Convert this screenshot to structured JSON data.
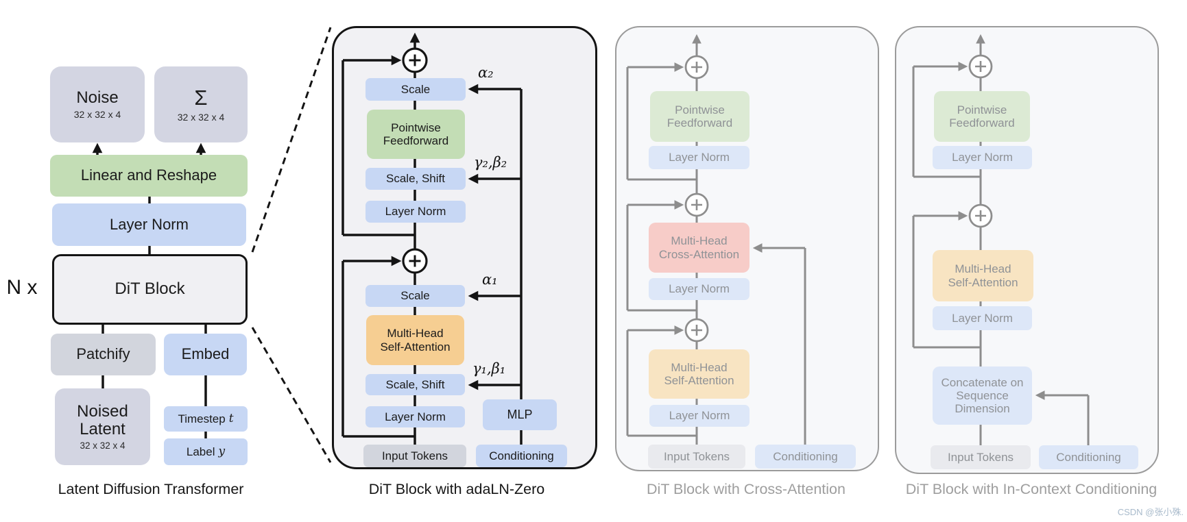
{
  "palette": {
    "blue": "#c7d7f4",
    "green": "#c3ddb5",
    "orange": "#f6ce92",
    "lavender": "#d3d5e2",
    "gray_box": "#d2d5dd",
    "pink_faded": "#f7ccc8",
    "blue_faded": "#dde7f8",
    "green_faded": "#dcead4",
    "orange_faded": "#f8e4c2",
    "gray_faded": "#e9eaee",
    "panel_bg": "#f1f1f4",
    "panel_bg_faded": "#f7f8fa",
    "line_black": "#141414",
    "line_gray": "#8d8d8d",
    "caption_gray": "#9e9e9e",
    "watermark_color": "#a8bacb"
  },
  "watermark": "CSDN @张小殊.",
  "panel1": {
    "caption": "Latent Diffusion Transformer",
    "repeat_label": "N x",
    "noise": {
      "label": "Noise",
      "dims": "32 x 32 x 4"
    },
    "sigma": {
      "label": "Σ",
      "dims": "32 x 32 x 4"
    },
    "linear_reshape": "Linear and Reshape",
    "layer_norm": "Layer Norm",
    "dit_block": "DiT Block",
    "patchify": "Patchify",
    "embed": "Embed",
    "noised_latent": {
      "label": "Noised Latent",
      "dims": "32 x 32 x 4"
    },
    "timestep": {
      "prefix": "Timestep",
      "var": "t"
    },
    "label": {
      "prefix": "Label",
      "var": "y"
    }
  },
  "panel2": {
    "caption": "DiT Block with adaLN-Zero",
    "scale_top": "Scale",
    "pointwise_feedforward": "Pointwise Feedforward",
    "scale_shift_top": "Scale, Shift",
    "layer_norm_top": "Layer Norm",
    "alpha2": "α₂",
    "gamma_beta2": "γ₂,β₂",
    "scale_bottom": "Scale",
    "mhsa": "Multi-Head Self-Attention",
    "scale_shift_bottom": "Scale, Shift",
    "layer_norm_bottom": "Layer Norm",
    "alpha1": "α₁",
    "gamma_beta1": "γ₁,β₁",
    "mlp": "MLP",
    "input_tokens": "Input Tokens",
    "conditioning": "Conditioning"
  },
  "panel3": {
    "caption": "DiT Block with Cross-Attention",
    "pointwise_feedforward": "Pointwise Feedforward",
    "layer_norm_1": "Layer Norm",
    "mhca": "Multi-Head Cross-Attention",
    "layer_norm_2": "Layer Norm",
    "mhsa": "Multi-Head Self-Attention",
    "layer_norm_3": "Layer Norm",
    "input_tokens": "Input Tokens",
    "conditioning": "Conditioning"
  },
  "panel4": {
    "caption": "DiT Block with In-Context Conditioning",
    "pointwise_feedforward": "Pointwise Feedforward",
    "layer_norm_1": "Layer Norm",
    "mhsa": "Multi-Head Self-Attention",
    "layer_norm_2": "Layer Norm",
    "concat": "Concatenate on Sequence Dimension",
    "input_tokens": "Input Tokens",
    "conditioning": "Conditioning"
  }
}
